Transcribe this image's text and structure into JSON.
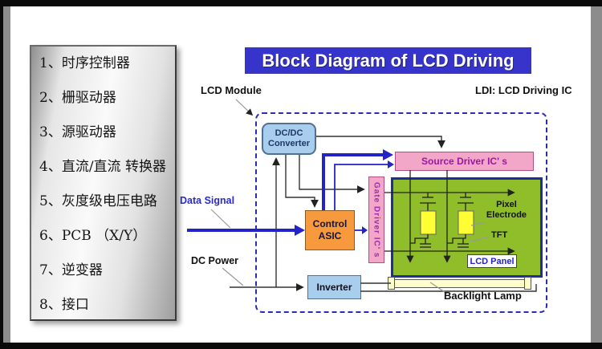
{
  "sidebar": {
    "items": [
      "1、时序控制器",
      "2、栅驱动器",
      "3、源驱动器",
      "4、直流/直流 转换器",
      "5、灰度级电压电路",
      "6、PCB （X/Y）",
      "7、逆变器",
      "8、接口"
    ]
  },
  "header": {
    "title": "Block Diagram of LCD Driving"
  },
  "diagram": {
    "module_label": "LCD Module",
    "ldi_note": "LDI: LCD Driving IC",
    "blocks": {
      "dcdc_converter": [
        "DC/DC",
        "Converter"
      ],
      "control_asic": [
        "Control",
        "ASIC"
      ],
      "gate_driver": "Gate Driver IC' s",
      "source_driver": "Source Driver IC' s",
      "inverter": "Inverter",
      "lcd_panel": "LCD Panel"
    },
    "labels": {
      "data_signal": "Data Signal",
      "dc_power": "DC Power",
      "pixel_electrode": [
        "Pixel",
        "Electrode"
      ],
      "tft": "TFT",
      "backlight_lamp": "Backlight Lamp"
    },
    "colors": {
      "title_blue": "#3634cb",
      "signal_blue": "#2323c8",
      "panel_green": "#8fbe2a",
      "driver_pink": "#f2a6c8",
      "asic_orange": "#f79a3d",
      "converter_blue": "#a9cdec",
      "electrode_yellow": "#ffff33",
      "lamp_yellow": "#ffffcc"
    }
  }
}
